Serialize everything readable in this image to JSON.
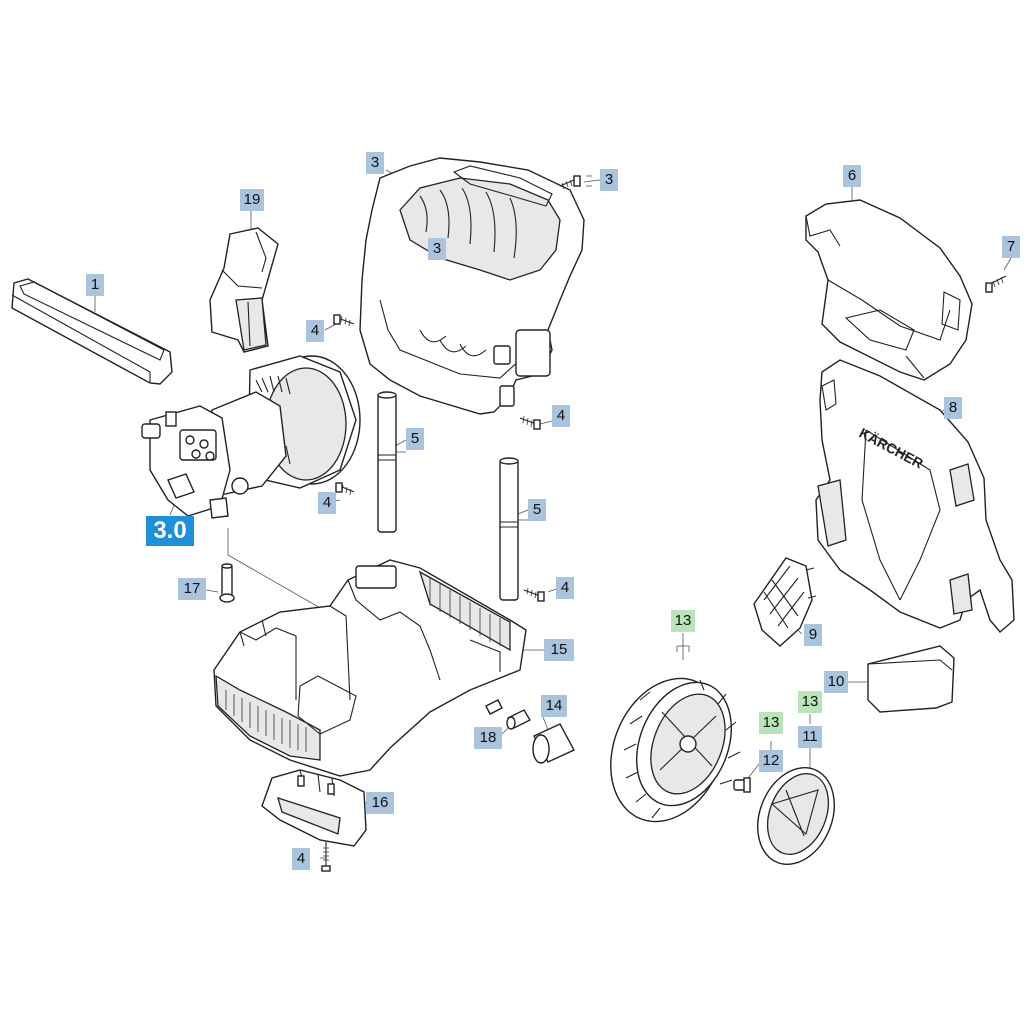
{
  "group_label": "3.0",
  "labels": [
    {
      "id": "l1",
      "text": "1",
      "style": "blue"
    },
    {
      "id": "l19",
      "text": "19",
      "style": "blue"
    },
    {
      "id": "l3a",
      "text": "3",
      "style": "blue"
    },
    {
      "id": "l3b",
      "text": "3",
      "style": "blue"
    },
    {
      "id": "l3c",
      "text": "3",
      "style": "blue"
    },
    {
      "id": "l4a",
      "text": "4",
      "style": "blue"
    },
    {
      "id": "l4b",
      "text": "4",
      "style": "blue"
    },
    {
      "id": "l4c",
      "text": "4",
      "style": "blue"
    },
    {
      "id": "l4d",
      "text": "4",
      "style": "blue"
    },
    {
      "id": "l4e",
      "text": "4",
      "style": "blue"
    },
    {
      "id": "l5a",
      "text": "5",
      "style": "blue"
    },
    {
      "id": "l5b",
      "text": "5",
      "style": "blue"
    },
    {
      "id": "l6",
      "text": "6",
      "style": "blue"
    },
    {
      "id": "l7",
      "text": "7",
      "style": "blue"
    },
    {
      "id": "l8",
      "text": "8",
      "style": "blue"
    },
    {
      "id": "l9",
      "text": "9",
      "style": "blue"
    },
    {
      "id": "l10",
      "text": "10",
      "style": "blue"
    },
    {
      "id": "l11",
      "text": "11",
      "style": "blue"
    },
    {
      "id": "l12",
      "text": "12",
      "style": "blue"
    },
    {
      "id": "l13a",
      "text": "13",
      "style": "green"
    },
    {
      "id": "l13b",
      "text": "13",
      "style": "green"
    },
    {
      "id": "l13c",
      "text": "13",
      "style": "green"
    },
    {
      "id": "l14",
      "text": "14",
      "style": "blue"
    },
    {
      "id": "l15",
      "text": "15",
      "style": "blue"
    },
    {
      "id": "l16",
      "text": "16",
      "style": "blue"
    },
    {
      "id": "l17",
      "text": "17",
      "style": "blue"
    },
    {
      "id": "l18",
      "text": "18",
      "style": "blue"
    }
  ],
  "brand_text": "KÄRCHER"
}
